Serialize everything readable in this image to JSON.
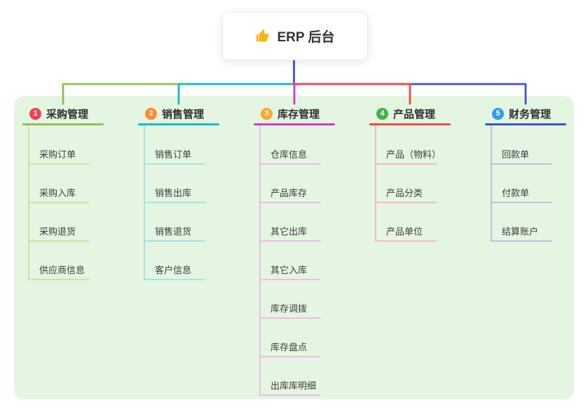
{
  "root": {
    "icon": "thumbs-up-icon",
    "label": "ERP 后台"
  },
  "colors": {
    "background_panel": "#e4f5e1",
    "root_line": "#4153d0",
    "root_card": "#ffffff"
  },
  "branches": [
    {
      "label": "采购管理",
      "badge": "1",
      "badge_color": "#ee4354",
      "line_color": "#8cc152",
      "light_color": "#c9e5a3",
      "children": [
        "采购订单",
        "采购入库",
        "采购退货",
        "供应商信息"
      ]
    },
    {
      "label": "销售管理",
      "badge": "2",
      "badge_color": "#ff8b33",
      "line_color": "#14bdc6",
      "light_color": "#a8e3e7",
      "children": [
        "销售订单",
        "销售出库",
        "销售退货",
        "客户信息"
      ]
    },
    {
      "label": "库存管理",
      "badge": "3",
      "badge_color": "#ffa727",
      "line_color": "#d33ac8",
      "light_color": "#eebbe9",
      "children": [
        "仓库信息",
        "产品库存",
        "其它出库",
        "其它入库",
        "库存调拨",
        "库存盘点",
        "出库库明细"
      ]
    },
    {
      "label": "产品管理",
      "badge": "4",
      "badge_color": "#44b14b",
      "line_color": "#ef4b4b",
      "light_color": "#f6bcbc",
      "children": [
        "产品（物料）",
        "产品分类",
        "产品单位"
      ]
    },
    {
      "label": "财务管理",
      "badge": "5",
      "badge_color": "#2d9cf4",
      "line_color": "#4153d0",
      "light_color": "#b9c2ec",
      "children": [
        "回款单",
        "付款单",
        "结算账户"
      ]
    }
  ]
}
